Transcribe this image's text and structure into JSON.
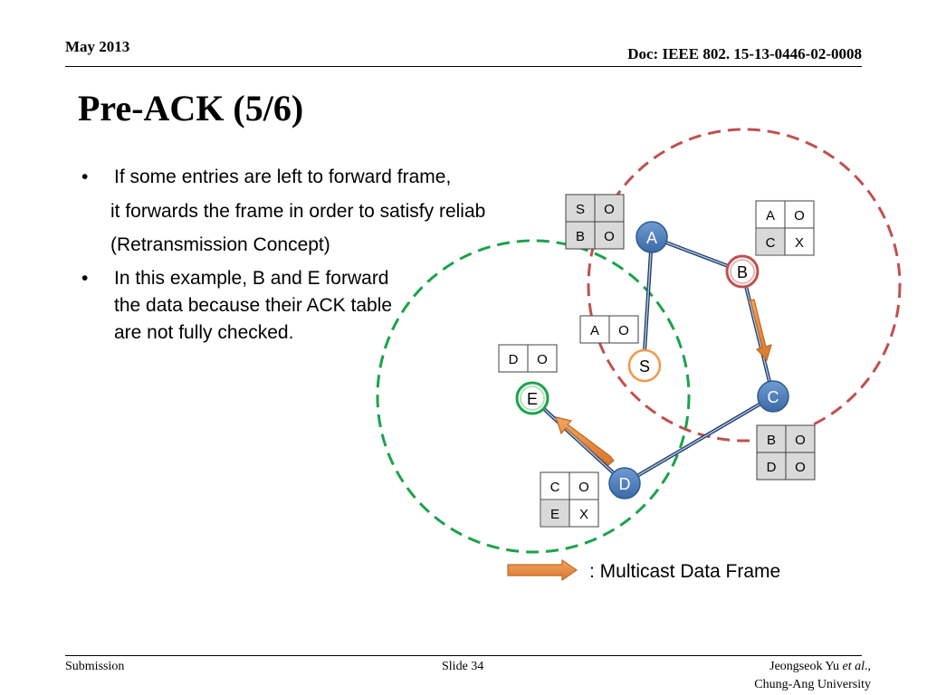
{
  "header": {
    "date": "May 2013",
    "doc": "Doc: IEEE 802. 15-13-0446-02-0008"
  },
  "title": "Pre-ACK (5/6)",
  "bullets": {
    "b1_line1": "If some entries are left to forward frame,",
    "b1_line2": "it forwards the frame in order to satisfy reliab",
    "b1_line3": "(Retransmission Concept)",
    "b2_line1": "In this example, B and E forward",
    "b2_line2": "the data because their ACK table",
    "b2_line3": "are not fully checked."
  },
  "nodes": {
    "A": "A",
    "B": "B",
    "C": "C",
    "D": "D",
    "E": "E",
    "S": "S"
  },
  "tables": {
    "A_table": [
      [
        "S",
        "O"
      ],
      [
        "B",
        "O"
      ]
    ],
    "B_table": [
      [
        "A",
        "O"
      ],
      [
        "C",
        "X"
      ]
    ],
    "S_table": [
      [
        "A",
        "O"
      ]
    ],
    "E_table": [
      [
        "D",
        "O"
      ]
    ],
    "C_table": [
      [
        "B",
        "O"
      ],
      [
        "D",
        "O"
      ]
    ],
    "D_table": [
      [
        "C",
        "O"
      ],
      [
        "E",
        "X"
      ]
    ]
  },
  "legend": {
    "label": ": Multicast Data Frame"
  },
  "footer": {
    "left": "Submission",
    "center": "Slide 34",
    "author": "Jeongseok Yu",
    "etal": "et al",
    "author_suffix": ".,",
    "affiliation": "Chung-Ang University"
  },
  "colors": {
    "node_blue": "#4f81bd",
    "arrow_orange": "#e07b39",
    "circle_red": "#c0504d",
    "circle_green": "#1aa34a",
    "link_blue": "#1f3864"
  }
}
